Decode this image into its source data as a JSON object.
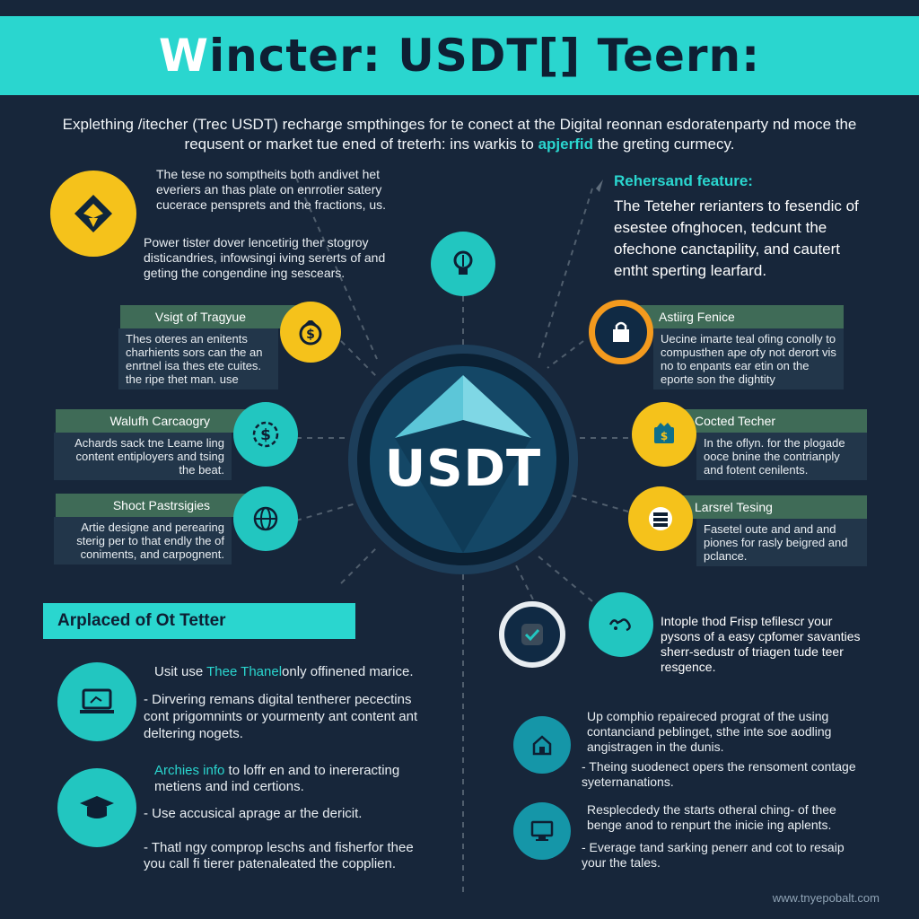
{
  "title": {
    "first_letter": "W",
    "rest": "incter: USDT[] Teern:"
  },
  "intro": {
    "line1": "Explething /itecher (Trec USDT) recharge smpthinges for te conect at the Digital reonnan esdoratenparty nd moce the",
    "line2_before": "requsent or market tue ened of treterh: ins warkis to ",
    "line2_highlight": "apjerfid",
    "line2_after": " the greting curmecy."
  },
  "center": {
    "label": "USDT"
  },
  "top_left": {
    "para1": "The tese no somptheits both andivet het everiers an thas plate on enrrotier satery cucerace pensprets and the fractions, us.",
    "para2": "Power tister dover lencetirig ther stogroy disticandries, infowsingi iving sererts of and geting the congendine ing sescears."
  },
  "top_right": {
    "heading": "Rehersand feature:",
    "body": "The Teteher rerianters to fesendic of esestee ofnghocen, tedcunt the ofechone canctapility, and cautert entht sperting learfard."
  },
  "left_items": [
    {
      "label": "Vsigt of Tragyue",
      "text": "Thes oteres an enitents charhients sors can the an enrtnel isa thes ete cuites. the ripe thet man. use"
    },
    {
      "label": "Walufh Carcaogry",
      "text": "Achards sack tne Leame ling content entiployers and tsing the beat."
    },
    {
      "label": "Shoct Pastrsigies",
      "text": "Artie designe and perearing sterig per to that endly the of coniments, and carpognent."
    }
  ],
  "right_items": [
    {
      "label": "Astiirg Fenice",
      "text": "Uecine imarte teal ofing conolly to compusthen ape ofy not derort vis no to enpants ear etin on the eporte son the dightity"
    },
    {
      "label": "Cocted Techer",
      "text": "In the oflyn. for the plogade ooce bnine the contrianply and fotent cenilents."
    },
    {
      "label": "Larsrel Tesing",
      "text": "Fasetel oute and and and piones for rasly beigred and pclance."
    }
  ],
  "right_mid": {
    "text": "Intople thod Frisp tefilescr your pysons of a easy cpfomer savanties sherr-sedustr of triagen tude teer resgence."
  },
  "section": {
    "title": "Arplaced of Ot Tetter"
  },
  "bottom_left": [
    {
      "lead": "Usit use ",
      "highlight": "Thee Thanel",
      "rest": "only offinened marice."
    },
    {
      "text": "- Dirvering remans digital tentherer pecectins cont prigomnints or yourmenty ant content ant deltering nogets."
    },
    {
      "highlight": "Archies info",
      "rest": " to loffr en and to inereracting metiens and ind certions."
    },
    {
      "text": "- Use accusical aprage ar the dericit."
    },
    {
      "text": "- Thatl ngy comprop leschs and fisherfor thee you call fi tierer patenaleated the copplien."
    }
  ],
  "bottom_right": [
    {
      "text": "Up comphio repaireced prograt of the using contanciand peblinget, sthe inte soe aodling angistragen in the dunis."
    },
    {
      "text": "- Theing suodenect opers the rensoment contage syeternanations."
    },
    {
      "text": "Resplecdedy the starts otheral ching- of thee benge anod to renpurt the inicie ing aplents."
    },
    {
      "text": "- Everage tand sarking penerr and cot to resaip your the tales."
    }
  ],
  "footer": {
    "text": "www.tnyepobalt.com"
  },
  "colors": {
    "teal": "#2ad6cf",
    "yellow": "#f5c21b",
    "background": "#17263a",
    "label_green": "#3f6b57"
  }
}
